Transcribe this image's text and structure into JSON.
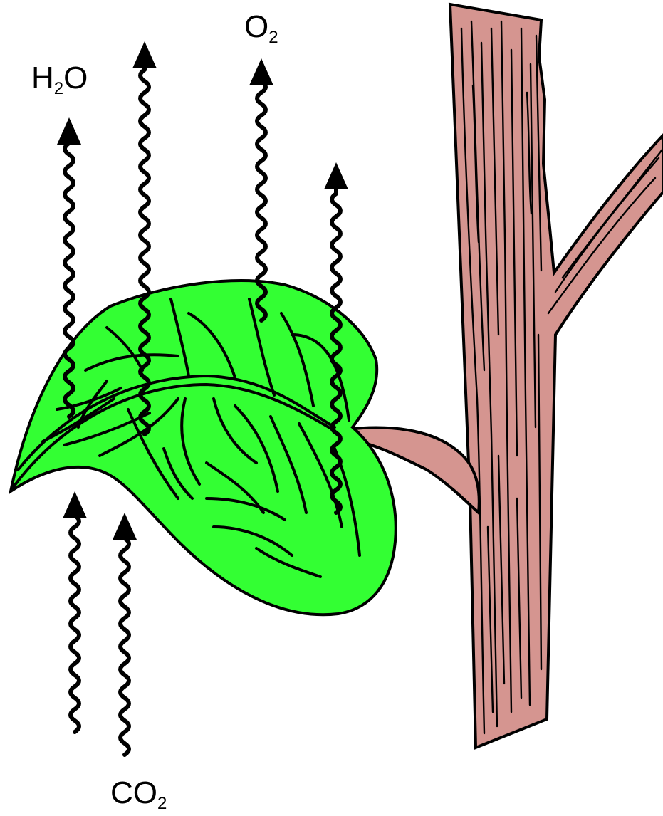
{
  "labels": {
    "water": {
      "main": "H",
      "sub": "2",
      "tail": "O"
    },
    "oxygen": {
      "main": "O",
      "sub": "2",
      "tail": ""
    },
    "carbon_dioxide": {
      "main": "CO",
      "sub": "2",
      "tail": ""
    }
  },
  "colors": {
    "leaf": "#33ff33",
    "bark": "#d59590",
    "outline": "#000000"
  }
}
